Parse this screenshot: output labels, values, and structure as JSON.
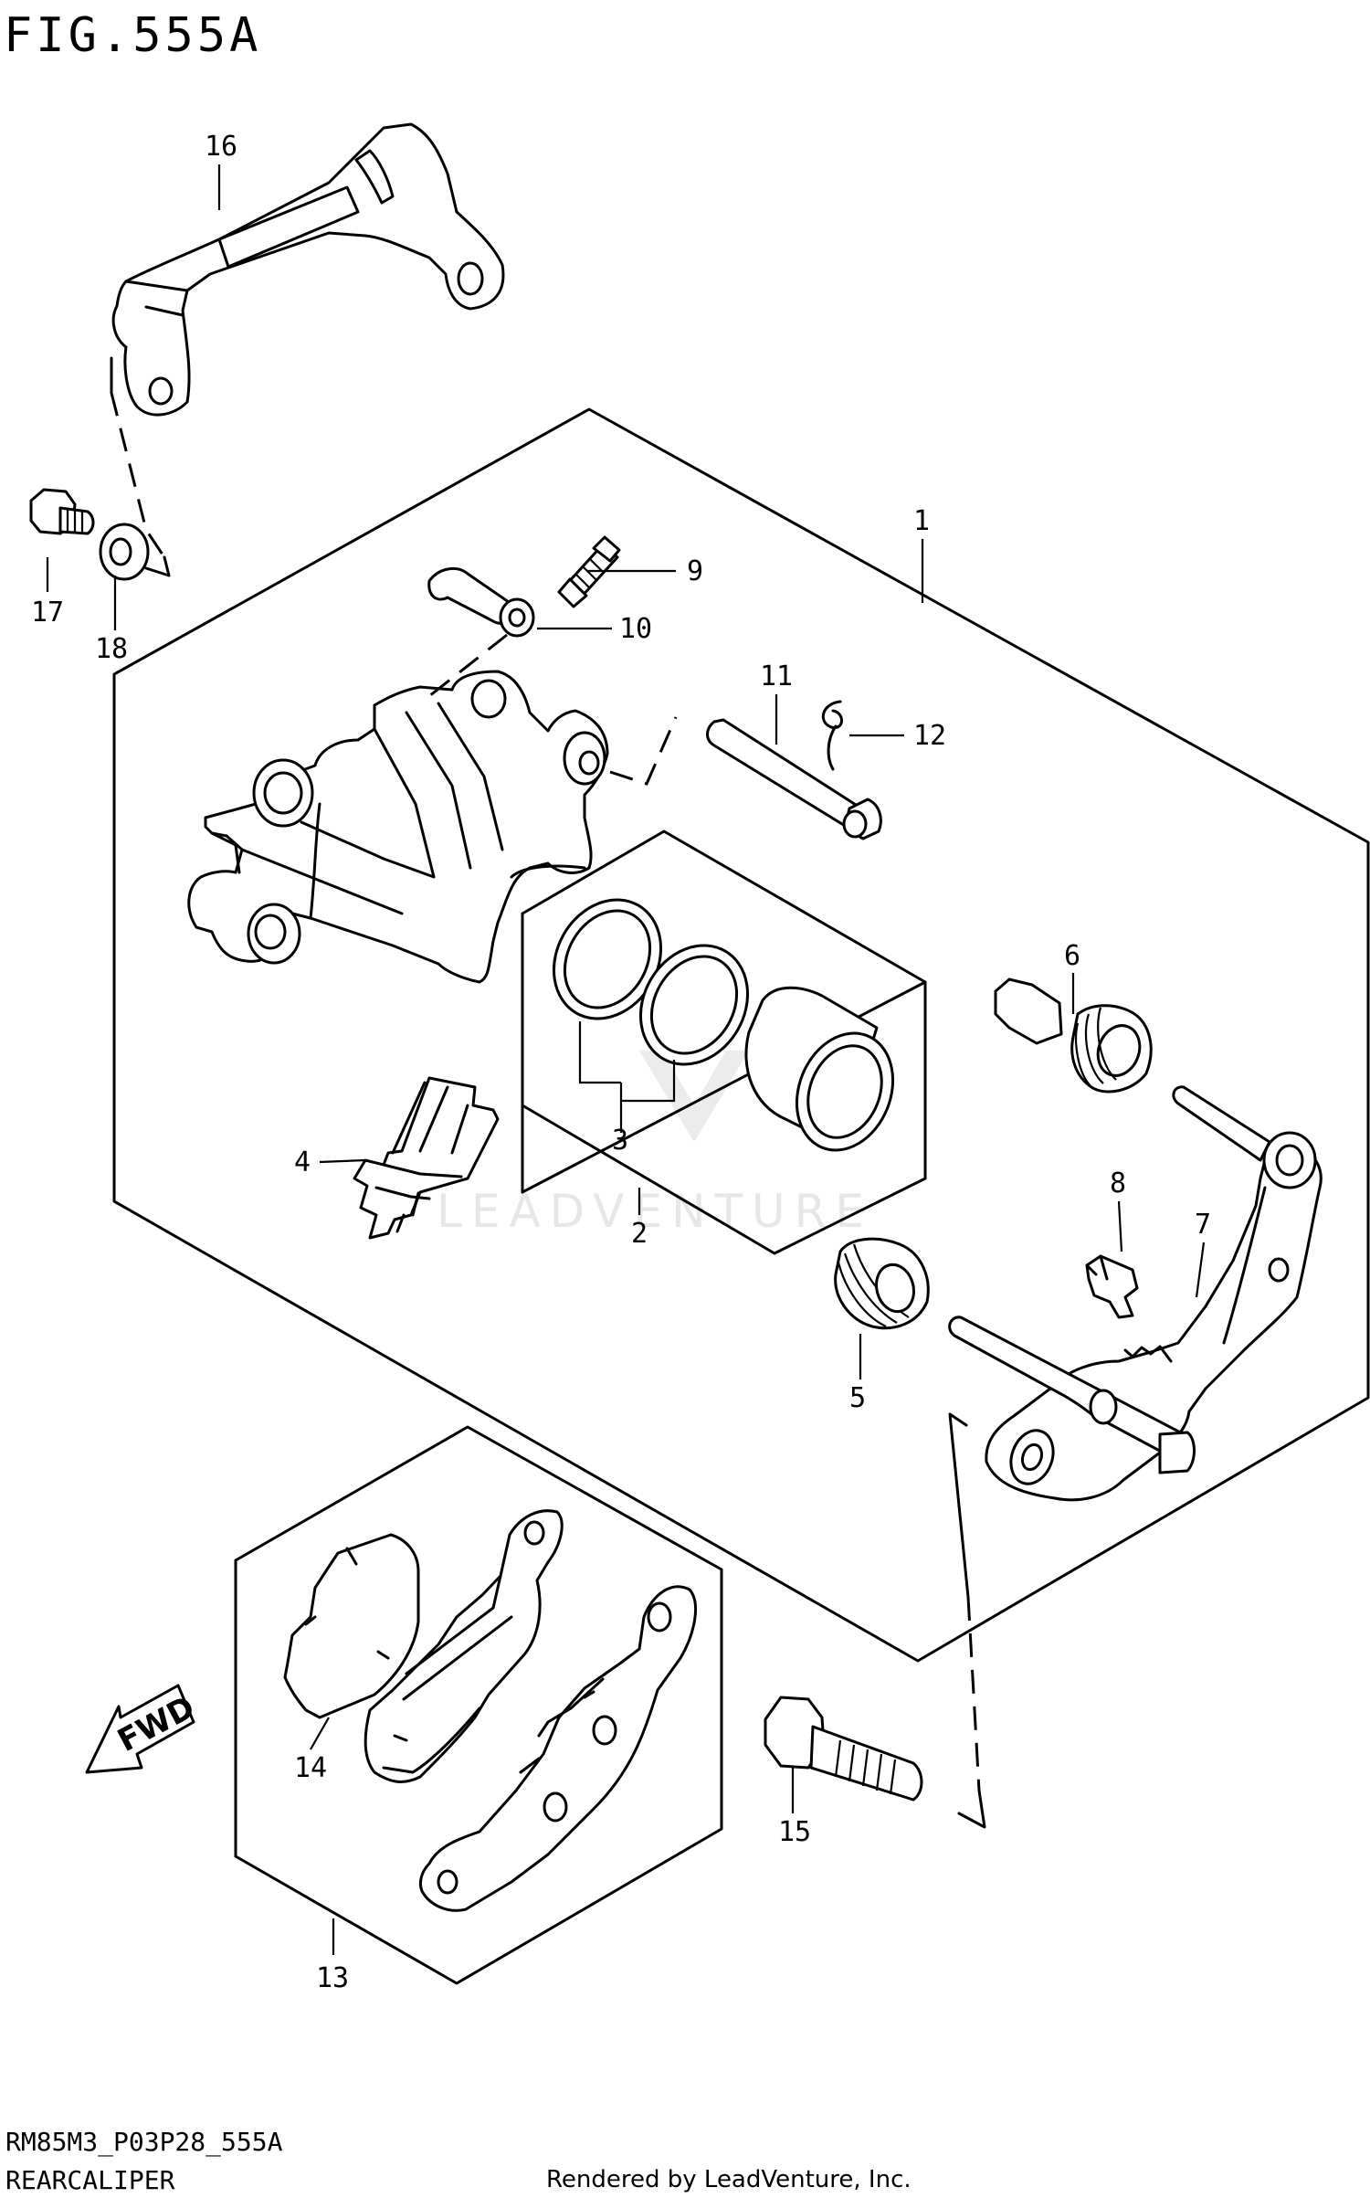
{
  "figure_title": "FIG.555A",
  "model_code": "RM85M3_P03P28_555A",
  "diagram_title": "REARCALIPER",
  "credit": "Rendered by LeadVenture, Inc.",
  "watermark": "LEADVENTURE",
  "direction_marker": "FWD",
  "callouts": [
    "1",
    "2",
    "3",
    "4",
    "5",
    "6",
    "7",
    "8",
    "9",
    "10",
    "11",
    "12",
    "13",
    "14",
    "15",
    "16",
    "17",
    "18"
  ]
}
